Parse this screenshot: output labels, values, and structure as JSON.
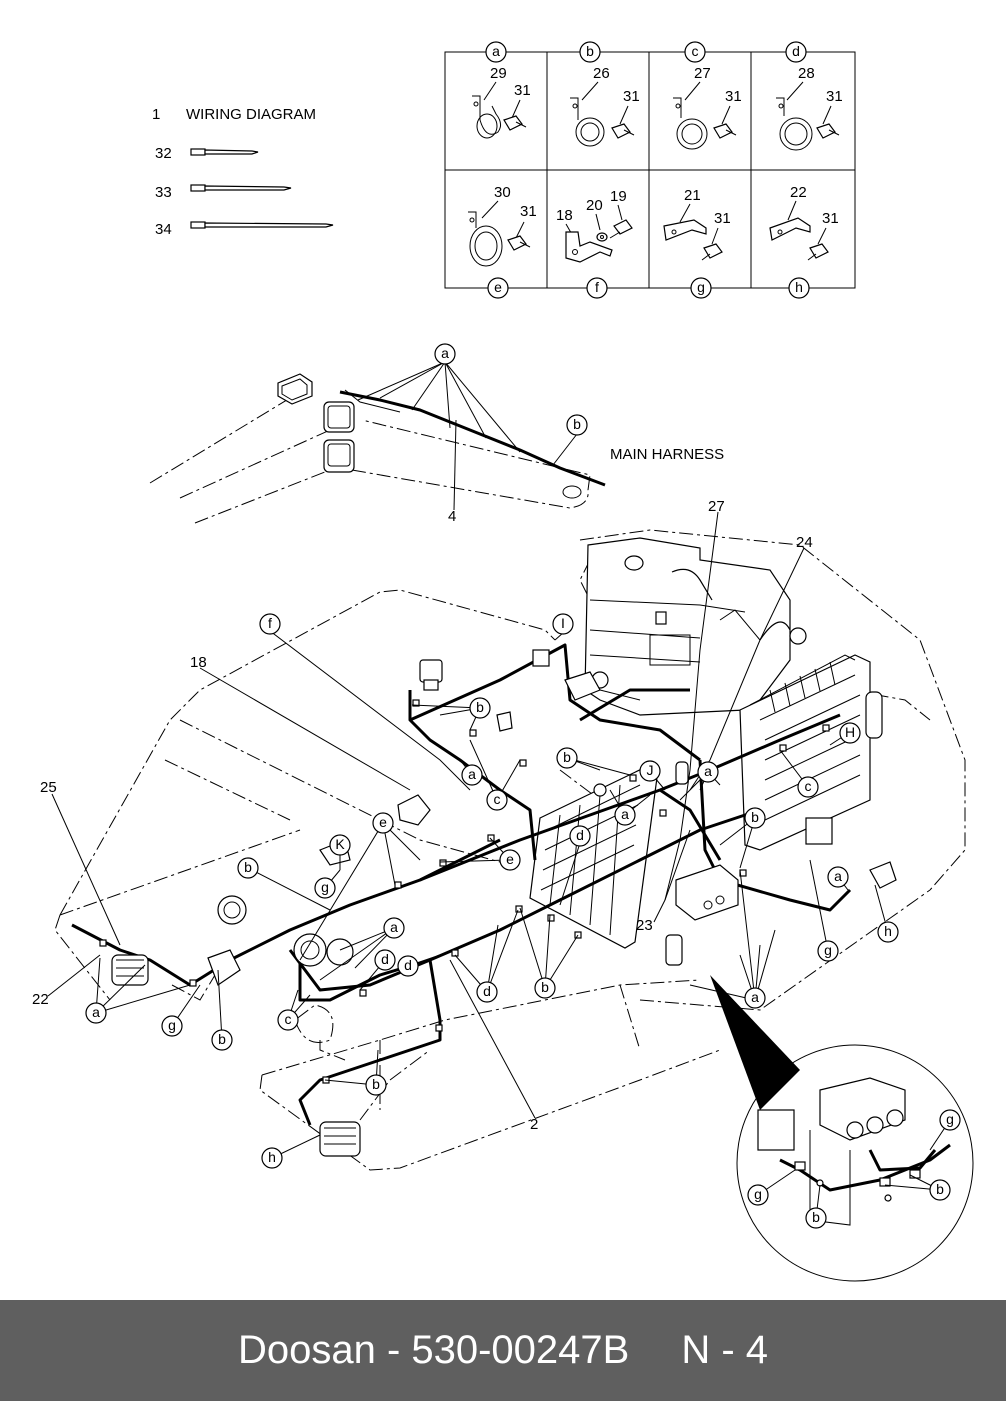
{
  "legend": {
    "items": [
      {
        "num": "1",
        "text": "WIRING DIAGRAM"
      },
      {
        "num": "32",
        "text": ""
      },
      {
        "num": "33",
        "text": ""
      },
      {
        "num": "34",
        "text": ""
      }
    ]
  },
  "clamp_table": {
    "cells": [
      {
        "key": "a",
        "parts": [
          "29",
          "31"
        ]
      },
      {
        "key": "b",
        "parts": [
          "26",
          "31"
        ]
      },
      {
        "key": "c",
        "parts": [
          "27",
          "31"
        ]
      },
      {
        "key": "d",
        "parts": [
          "28",
          "31"
        ]
      },
      {
        "key": "e",
        "parts": [
          "30",
          "31"
        ]
      },
      {
        "key": "f",
        "parts": [
          "18",
          "20",
          "19"
        ]
      },
      {
        "key": "g",
        "parts": [
          "21",
          "31"
        ]
      },
      {
        "key": "h",
        "parts": [
          "22",
          "31"
        ]
      }
    ]
  },
  "boom": {
    "title": "MAIN HARNESS",
    "callouts": [
      "a",
      "b",
      "4"
    ]
  },
  "main": {
    "numbers": {
      "n27": "27",
      "n24": "24",
      "n18": "18",
      "n25": "25",
      "n22": "22",
      "n23": "23",
      "n2": "2"
    },
    "letters": {
      "f": "f",
      "I": "I",
      "H": "H",
      "J": "J",
      "K": "K",
      "a": "a",
      "b": "b",
      "c": "c",
      "d": "d",
      "e": "e",
      "g": "g",
      "h": "h"
    }
  },
  "footer": {
    "brand": "Doosan",
    "separator": " - ",
    "code": "530-00247B",
    "page": "N - 4"
  }
}
